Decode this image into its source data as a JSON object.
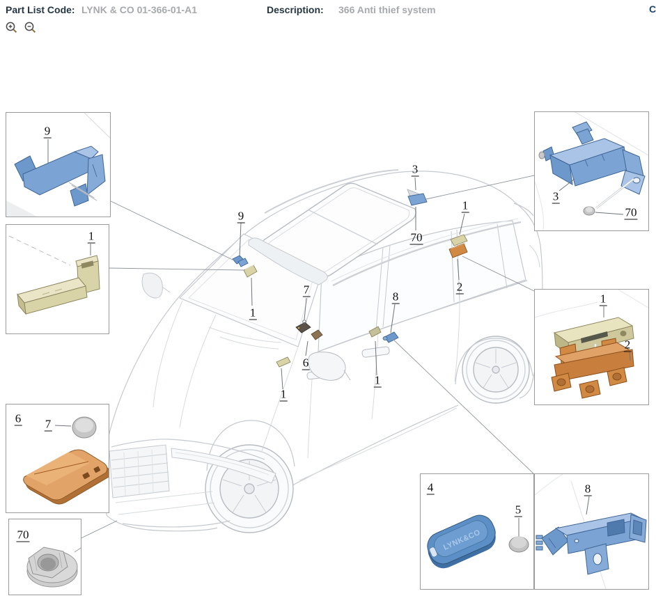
{
  "header": {
    "part_list_code_label": "Part List Code:",
    "part_list_code_value": "LYNK & CO 01-366-01-A1",
    "description_label": "Description:",
    "description_value": "366 Anti thief system",
    "close_button_partial": "C"
  },
  "toolbar": {
    "zoom_in_icon": "magnifier-plus",
    "zoom_out_icon": "magnifier-minus"
  },
  "colors": {
    "part_blue": "#7ba3d4",
    "part_khaki": "#d9d3a8",
    "part_orange": "#d08a44",
    "metal_gray": "#c9c9c9",
    "car_line_gray": "#c5c9cf",
    "header_label_dark": "#253642",
    "header_value_gray": "#a7a9ac"
  },
  "boxes": {
    "top_left_bracket": {
      "label": "9"
    },
    "left_module": {
      "label": "1"
    },
    "left_fob": {
      "case_label": "6",
      "battery_label": "7"
    },
    "nut": {
      "label": "70"
    },
    "top_right_bracket": {
      "part_label": "3",
      "nut_label": "70"
    },
    "right_module": {
      "module_label": "1",
      "bracket_label": "2"
    },
    "key_fob": {
      "fob_label": "4",
      "battery_label": "5",
      "brand": "LYNK&CO"
    },
    "bottom_right_bracket": {
      "label": "8"
    }
  },
  "car_callouts": {
    "roof_clip": "9",
    "a_pillar_module": "1",
    "roof_antenna": "7",
    "antenna_base": "6",
    "front_door_module": "1",
    "rear_door_sensor": "8",
    "rear_door_module": "1",
    "rear_roof_sensor": "3",
    "rear_roof_nut": "70",
    "rear_rail_module": "1",
    "rear_rail_bracket": "2"
  }
}
